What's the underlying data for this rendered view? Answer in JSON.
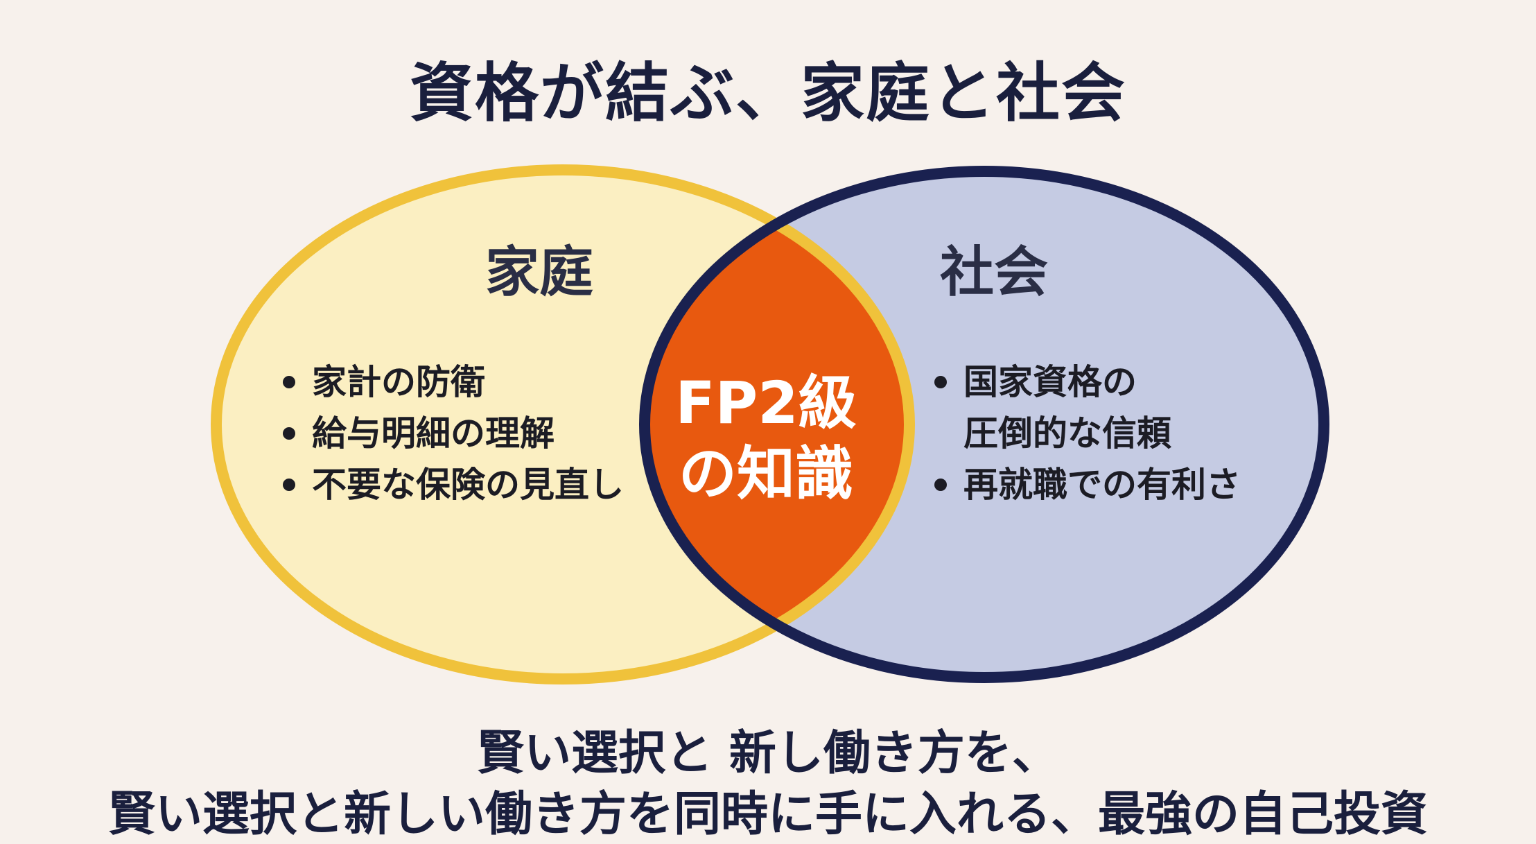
{
  "title": "資格が結ぶ、家庭と社会",
  "sets": {
    "home": {
      "label": "家庭",
      "color": "#fbefc2",
      "border": "#f0c23b",
      "items": [
        "家計の防衛",
        "給与明細の理解",
        "不要な保険の見直し"
      ]
    },
    "society": {
      "label": "社会",
      "color": "#c5cbe3",
      "border": "#1a2150",
      "items": [
        "国家資格の",
        "圧倒的な信頼",
        "再就職での有利さ"
      ]
    }
  },
  "intersection": {
    "line1": "FP2級",
    "line2": "の知識",
    "color": "#e8590f"
  },
  "footer": {
    "line1": "賢い選択と 新し働き方を、",
    "line2": "賢い選択と新しい働き方を同時に手に入れる、最強の自己投資"
  }
}
